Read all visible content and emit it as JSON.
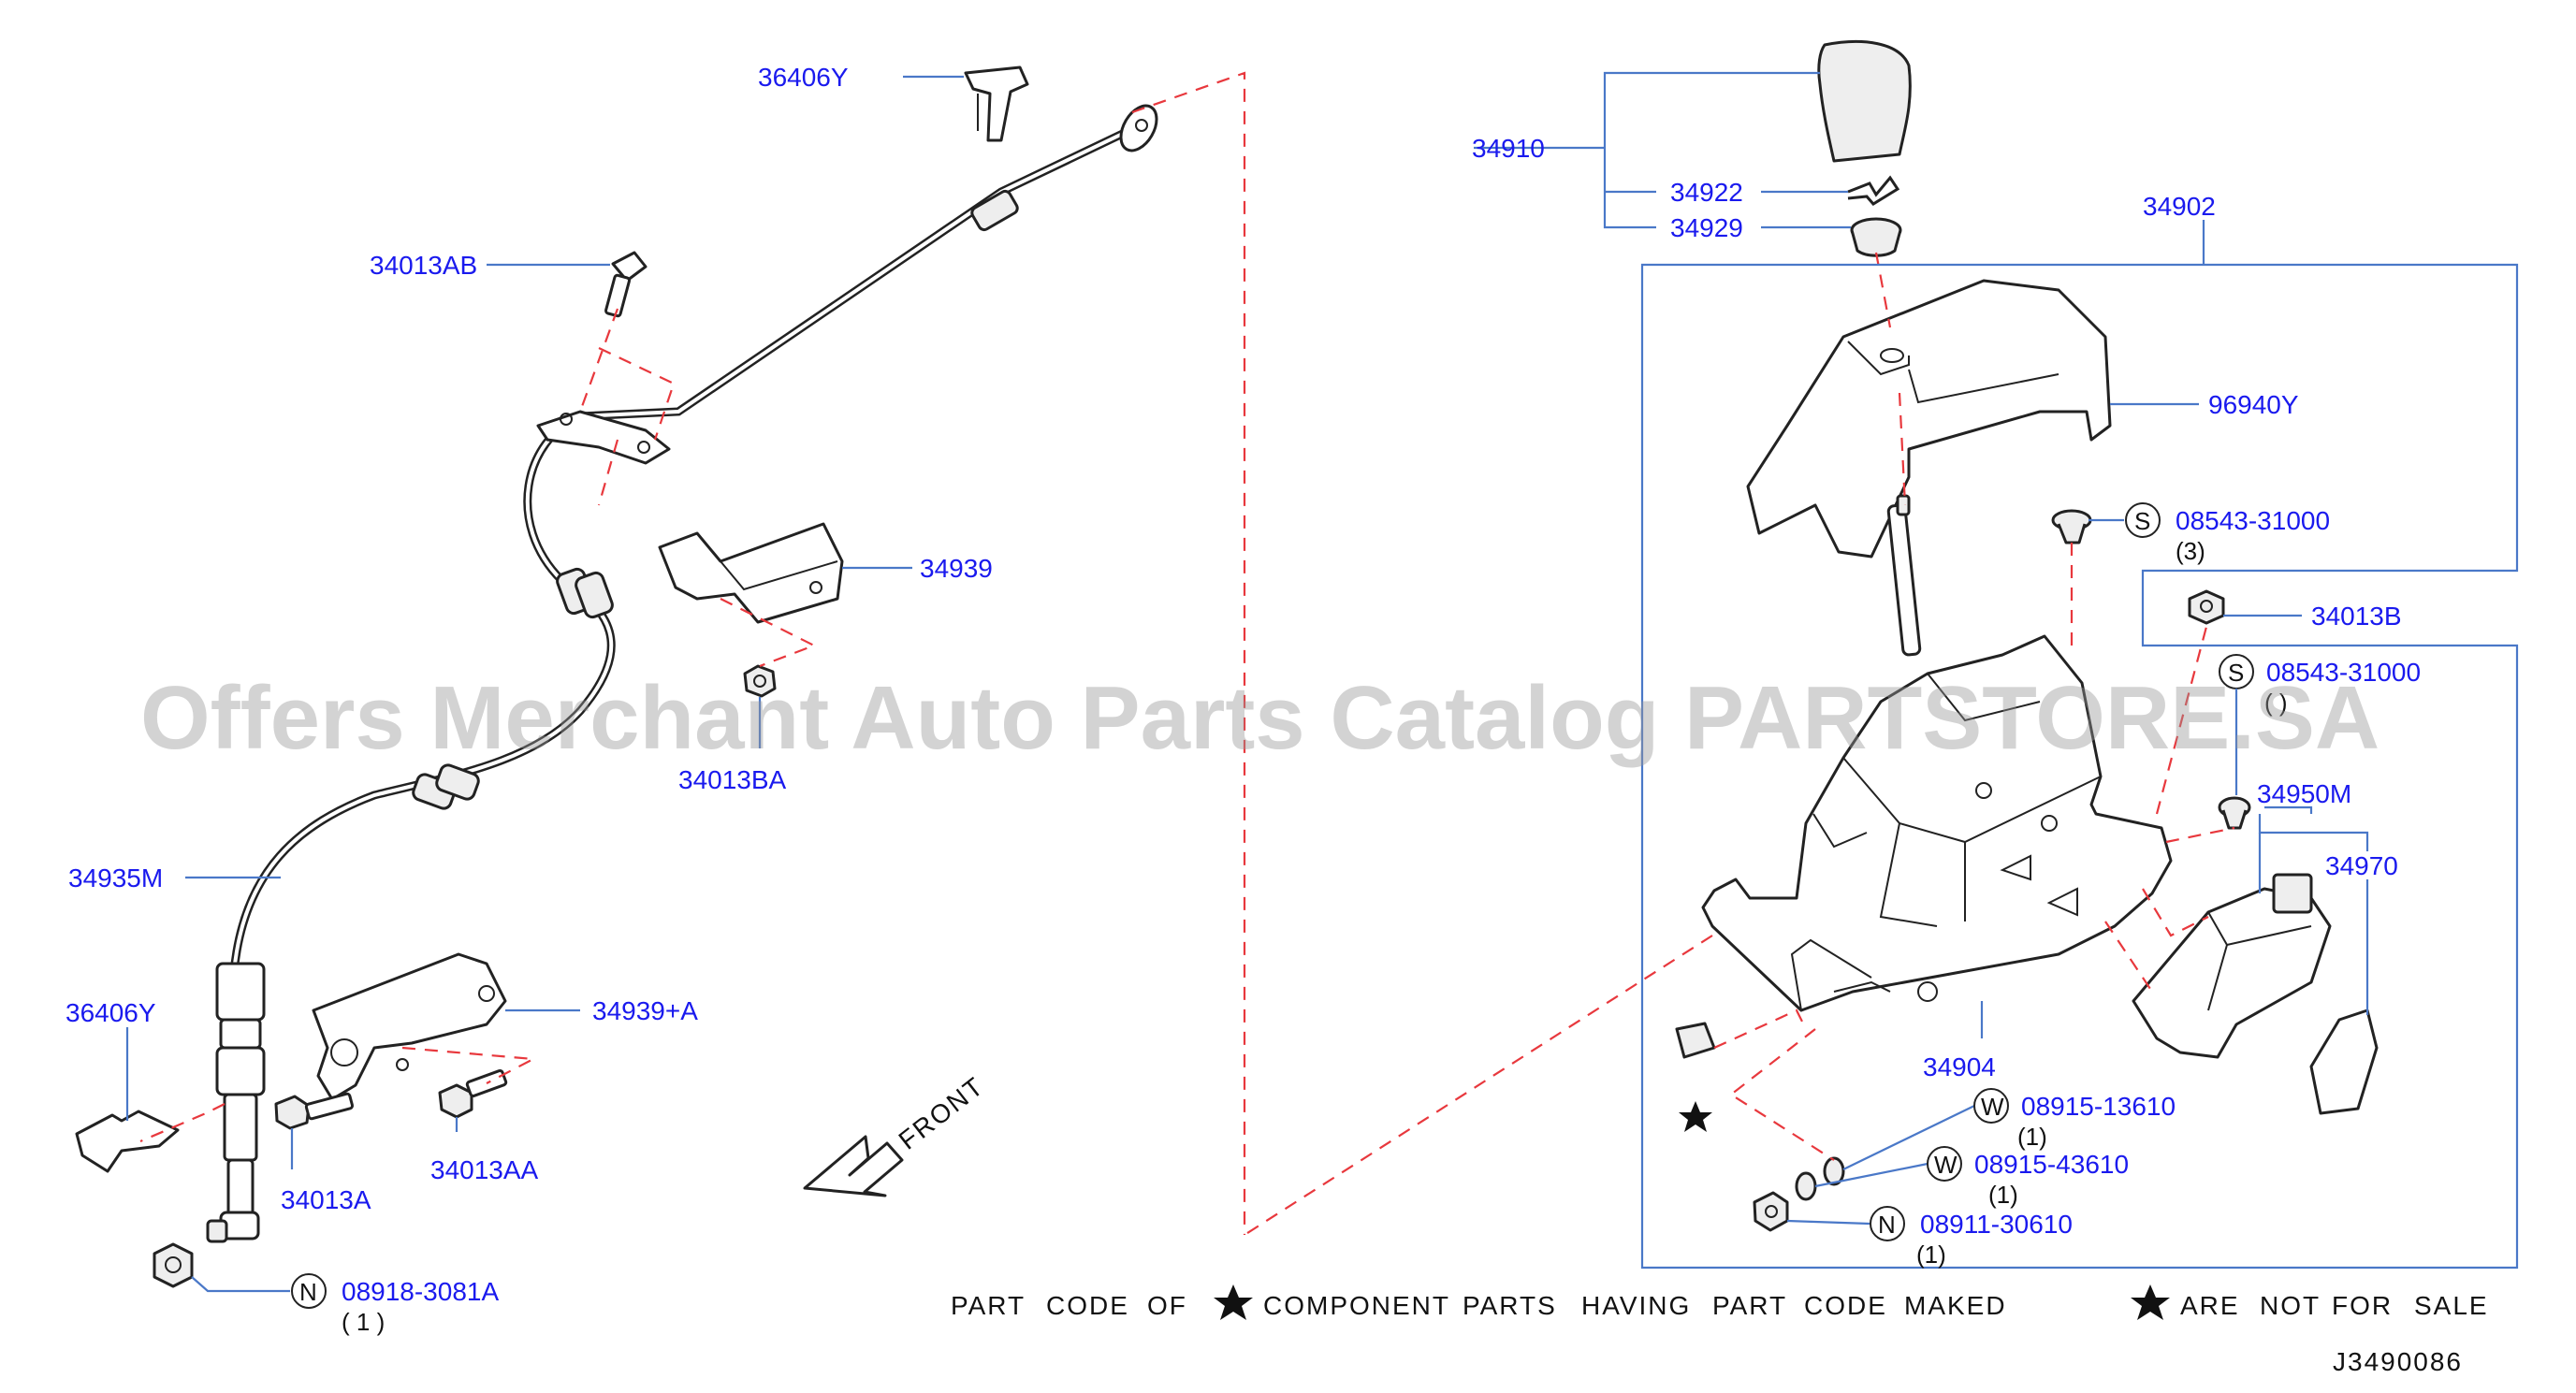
{
  "watermark": "Offers Merchant Auto Parts Catalog PARTSTORE.SA",
  "diagram_code": "J3490086",
  "front_label": "FRONT",
  "footer": {
    "w1": "PART",
    "w2": "CODE",
    "w3": "OF",
    "w4": "COMPONENT",
    "w5": "PARTS",
    "w6": "HAVING",
    "w7": "PART",
    "w8": "CODE",
    "w9": "MAKED",
    "w10": "ARE",
    "w11": "NOT",
    "w12": "FOR",
    "w13": "SALE"
  },
  "parts": {
    "p36406Y_top": "36406Y",
    "p34013AB": "34013AB",
    "p34939": "34939",
    "p34013BA": "34013BA",
    "p34935M": "34935M",
    "p36406Y_bottom": "36406Y",
    "p34939A": "34939+A",
    "p34013A": "34013A",
    "p34013AA": "34013AA",
    "p08918": "08918-3081A",
    "p08918_qty": "( 1 )",
    "p34910": "34910",
    "p34922": "34922",
    "p34929": "34929",
    "p34902": "34902",
    "p96940Y": "96940Y",
    "p08543_a": "08543-31000",
    "p08543_a_qty": "(3)",
    "p34013B": "34013B",
    "p08543_b": "08543-31000",
    "p08543_b_qty": "( )",
    "p34950M": "34950M",
    "p34970": "34970",
    "p34904": "34904",
    "p08915_1": "08915-13610",
    "p08915_1_qty": "(1)",
    "p08915_2": "08915-43610",
    "p08915_2_qty": "(1)",
    "p08911": "08911-30610",
    "p08911_qty": "(1)"
  },
  "prefixes": {
    "S": "S",
    "N": "N",
    "W": "W"
  },
  "colors": {
    "label": "#1a1aee",
    "leader": "#4a78c8",
    "dashed": "#e8383d",
    "watermark": "#969696"
  }
}
